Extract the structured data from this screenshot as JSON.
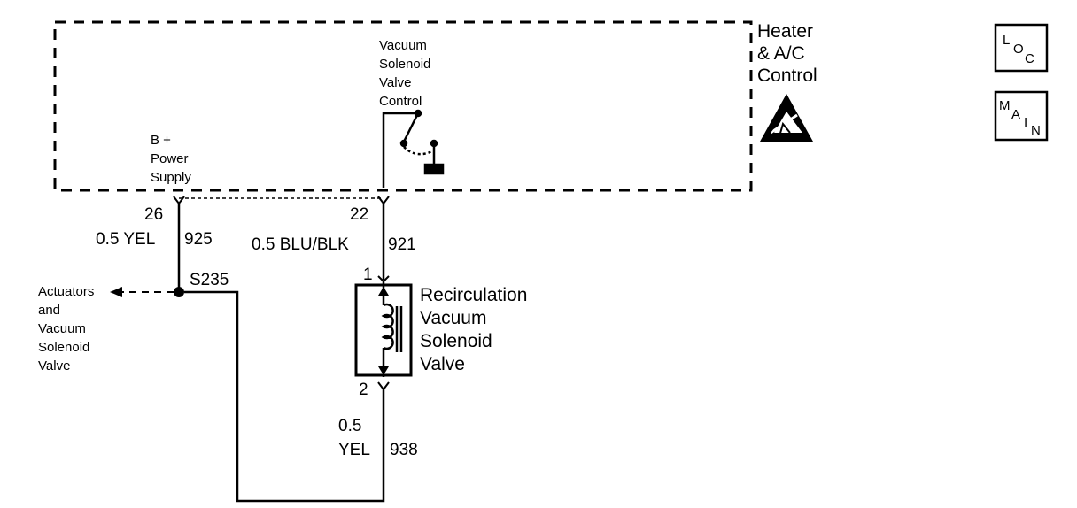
{
  "module": {
    "name_lines": [
      "Heater",
      "& A/C",
      "Control"
    ]
  },
  "switch_label": [
    "Vacuum",
    "Solenoid",
    "Valve",
    "Control"
  ],
  "power_label": [
    "B +",
    "Power",
    "Supply"
  ],
  "pins": {
    "left": "26",
    "right": "22",
    "sol_top": "1",
    "sol_bottom": "2"
  },
  "wires": {
    "left_color": "0.5 YEL",
    "left_circuit": "925",
    "right_color": "0.5 BLU/BLK",
    "right_circuit": "921",
    "bottom_size": "0.5",
    "bottom_color": "YEL",
    "bottom_circuit": "938"
  },
  "splice": "S235",
  "actuators_label": [
    "Actuators",
    "and",
    "Vacuum",
    "Solenoid",
    "Valve"
  ],
  "solenoid_label": [
    "Recirculation",
    "Vacuum",
    "Solenoid",
    "Valve"
  ],
  "badges": {
    "loc": [
      "L",
      "O",
      "C"
    ],
    "main": [
      "M",
      "A",
      "I",
      "N"
    ]
  },
  "esd_icon": "esd-warning-icon"
}
